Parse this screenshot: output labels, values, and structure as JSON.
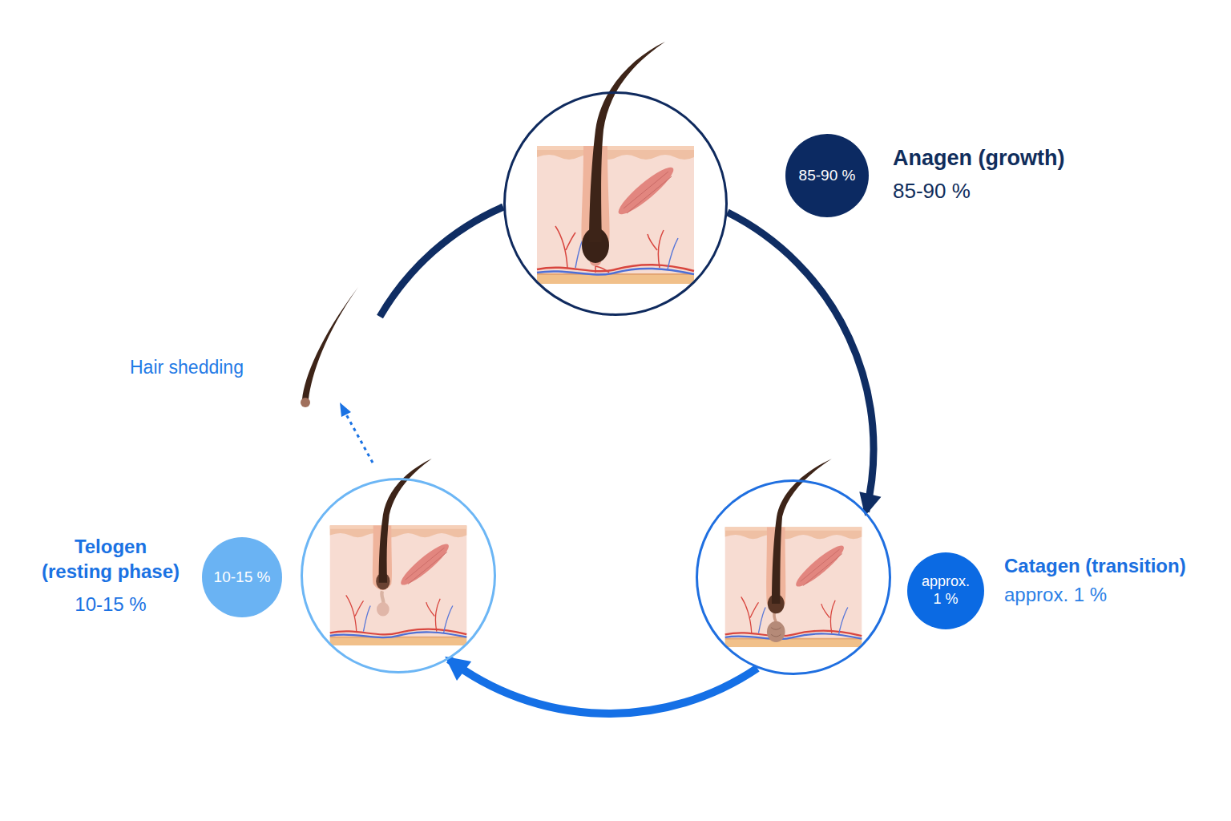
{
  "diagram": {
    "nodes": [
      {
        "text": [
          "Anagen (growth)",
          "85-90 %"
        ]
      },
      {
        "text": [
          "85-90 %"
        ]
      },
      {
        "text": [
          "Catagen (transition)",
          "approx. 1 %"
        ]
      },
      {
        "text": [
          "approx. 1 %"
        ]
      },
      {
        "text": [
          "Telogen (resting phase)",
          "10-15 %"
        ]
      },
      {
        "text": [
          "10-15 %"
        ]
      }
    ],
    "edges": [
      {
        "from": 0,
        "to": 2,
        "arrow": "to"
      },
      {
        "from": 2,
        "to": 4,
        "arrow": "to"
      }
    ],
    "labels": [
      "Hair shedding"
    ]
  }
}
